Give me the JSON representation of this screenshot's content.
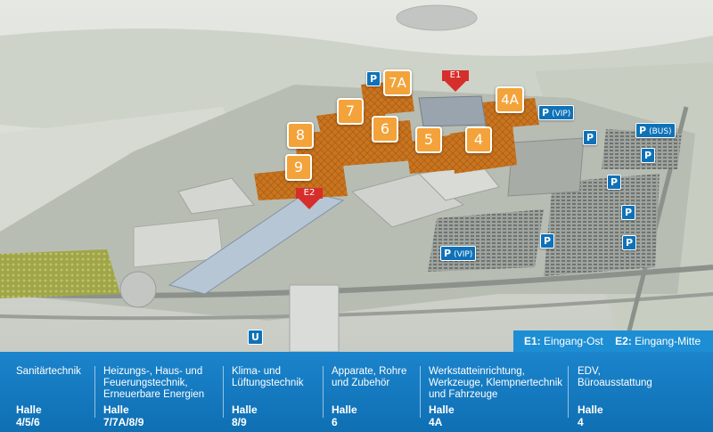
{
  "halls": [
    {
      "id": "7A",
      "label": "7A"
    },
    {
      "id": "7",
      "label": "7"
    },
    {
      "id": "8",
      "label": "8"
    },
    {
      "id": "6",
      "label": "6"
    },
    {
      "id": "5",
      "label": "5"
    },
    {
      "id": "4",
      "label": "4"
    },
    {
      "id": "4A",
      "label": "4A"
    },
    {
      "id": "9",
      "label": "9"
    }
  ],
  "parking": [
    {
      "id": "p1",
      "letter": "P",
      "sub": ""
    },
    {
      "id": "p-vip-east",
      "letter": "P",
      "sub": "(VIP)"
    },
    {
      "id": "p2",
      "letter": "P",
      "sub": ""
    },
    {
      "id": "p-bus",
      "letter": "P",
      "sub": "(BUS)"
    },
    {
      "id": "p3",
      "letter": "P",
      "sub": ""
    },
    {
      "id": "p4",
      "letter": "P",
      "sub": ""
    },
    {
      "id": "p5",
      "letter": "P",
      "sub": ""
    },
    {
      "id": "p6",
      "letter": "P",
      "sub": ""
    },
    {
      "id": "p7",
      "letter": "P",
      "sub": ""
    },
    {
      "id": "p-vip-south",
      "letter": "P",
      "sub": "(VIP)"
    }
  ],
  "entrances": [
    {
      "id": "E1",
      "label": "E1"
    },
    {
      "id": "E2",
      "label": "E2"
    }
  ],
  "ubahn": "U",
  "entry_legend": {
    "e1_code": "E1:",
    "e1_name": "Eingang-Ost",
    "e2_code": "E2:",
    "e2_name": "Eingang-Mitte"
  },
  "categories": [
    {
      "name": "Sanitärtechnik",
      "hall": "Halle 4/5/6"
    },
    {
      "name": "Heizungs-, Haus- und\nFeuerungstechnik,\nErneuerbare Energien",
      "hall": "Halle 7/7A/8/9"
    },
    {
      "name": "Klima- und\nLüftungstechnik",
      "hall": "Halle 8/9"
    },
    {
      "name": "Apparate, Rohre\nund Zubehör",
      "hall": "Halle 6"
    },
    {
      "name": "Werkstatteinrichtung,\nWerkzeuge, Klempnertechnik\nund Fahrzeuge",
      "hall": "Halle 4A"
    },
    {
      "name": "EDV,\nBüroausstattung",
      "hall": "Halle 4"
    }
  ],
  "colors": {
    "hall_roof": "#c9741f",
    "hall_badge": "#f3a33a",
    "parking_blue": "#0f72b8",
    "entrance_red": "#d62e2b",
    "legend_blue": "#1d8ed4",
    "bar_blue": "#1478c2"
  }
}
